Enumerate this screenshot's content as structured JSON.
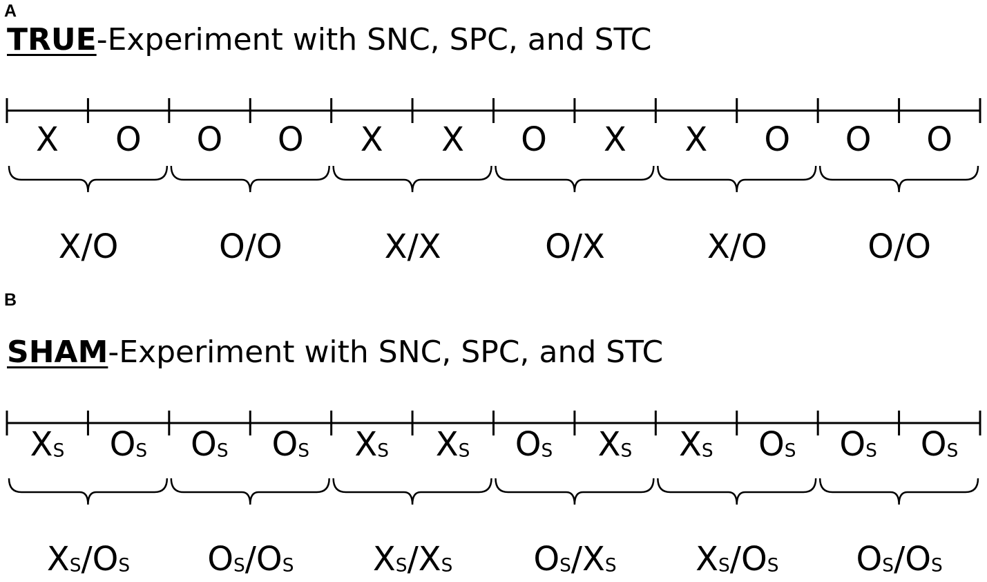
{
  "panels": [
    {
      "id": "A",
      "letter": "A",
      "title_keyword": "TRUE",
      "title_rest": "-Experiment with SNC, SPC, and STC",
      "conditions": [
        {
          "base": "X",
          "sub": ""
        },
        {
          "base": "O",
          "sub": ""
        },
        {
          "base": "O",
          "sub": ""
        },
        {
          "base": "O",
          "sub": ""
        },
        {
          "base": "X",
          "sub": ""
        },
        {
          "base": "X",
          "sub": ""
        },
        {
          "base": "O",
          "sub": ""
        },
        {
          "base": "X",
          "sub": ""
        },
        {
          "base": "X",
          "sub": ""
        },
        {
          "base": "O",
          "sub": ""
        },
        {
          "base": "O",
          "sub": ""
        },
        {
          "base": "O",
          "sub": ""
        }
      ],
      "pairs": [
        {
          "first": "X",
          "first_sub": "",
          "sep": "/",
          "second": "O",
          "second_sub": ""
        },
        {
          "first": "O",
          "first_sub": "",
          "sep": "/",
          "second": "O",
          "second_sub": ""
        },
        {
          "first": "X",
          "first_sub": "",
          "sep": "/",
          "second": "X",
          "second_sub": ""
        },
        {
          "first": "O",
          "first_sub": "",
          "sep": "/",
          "second": "X",
          "second_sub": ""
        },
        {
          "first": "X",
          "first_sub": "",
          "sep": "/",
          "second": "O",
          "second_sub": ""
        },
        {
          "first": "O",
          "first_sub": "",
          "sep": "/",
          "second": "O",
          "second_sub": ""
        }
      ]
    },
    {
      "id": "B",
      "letter": "B",
      "title_keyword": "SHAM",
      "title_rest": "-Experiment with SNC, SPC, and STC",
      "conditions": [
        {
          "base": "X",
          "sub": "S"
        },
        {
          "base": "O",
          "sub": "S"
        },
        {
          "base": "O",
          "sub": "S"
        },
        {
          "base": "O",
          "sub": "S"
        },
        {
          "base": "X",
          "sub": "S"
        },
        {
          "base": "X",
          "sub": "S"
        },
        {
          "base": "O",
          "sub": "S"
        },
        {
          "base": "X",
          "sub": "S"
        },
        {
          "base": "X",
          "sub": "S"
        },
        {
          "base": "O",
          "sub": "S"
        },
        {
          "base": "O",
          "sub": "S"
        },
        {
          "base": "O",
          "sub": "S"
        }
      ],
      "pairs": [
        {
          "first": "X",
          "first_sub": "S",
          "sep": "/",
          "second": "O",
          "second_sub": "S"
        },
        {
          "first": "O",
          "first_sub": "S",
          "sep": "/",
          "second": "O",
          "second_sub": "S"
        },
        {
          "first": "X",
          "first_sub": "S",
          "sep": "/",
          "second": "X",
          "second_sub": "S"
        },
        {
          "first": "O",
          "first_sub": "S",
          "sep": "/",
          "second": "X",
          "second_sub": "S"
        },
        {
          "first": "X",
          "first_sub": "S",
          "sep": "/",
          "second": "O",
          "second_sub": "S"
        },
        {
          "first": "O",
          "first_sub": "S",
          "sep": "/",
          "second": "O",
          "second_sub": "S"
        }
      ]
    }
  ],
  "colors": {
    "ink": "#000000",
    "background": "#ffffff"
  }
}
